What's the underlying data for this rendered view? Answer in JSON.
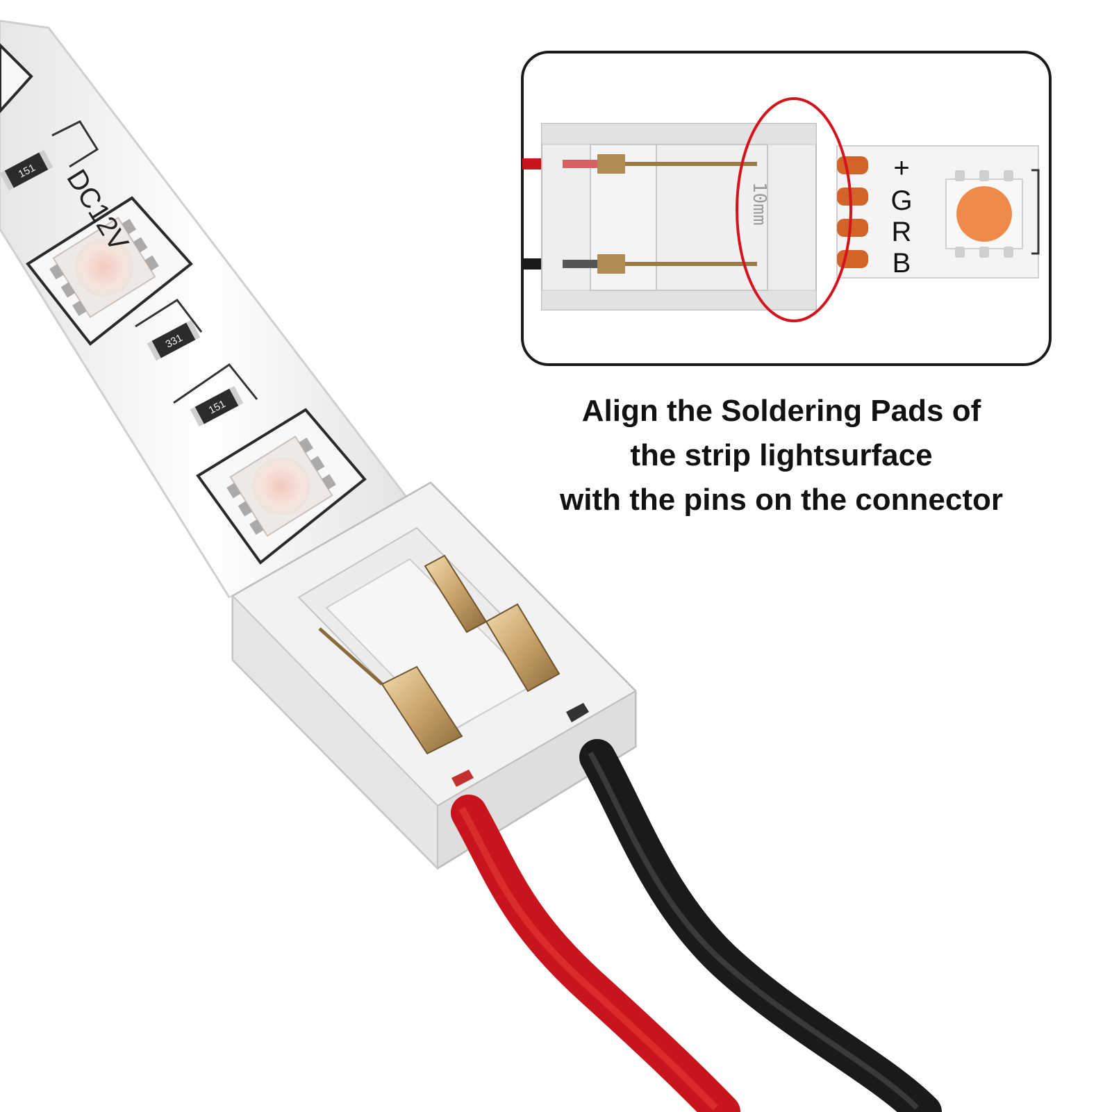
{
  "caption": {
    "line1": "Align the Soldering Pads of",
    "line2": "the strip lightsurface",
    "line3": "with the pins on the connector"
  },
  "strip": {
    "voltage_label": "DC12V",
    "resistor_codes": [
      "151",
      "331",
      "151"
    ]
  },
  "inset": {
    "pad_labels": [
      "+",
      "G",
      "R",
      "B"
    ],
    "width_marking": "10mm"
  },
  "colors": {
    "pad_copper": "#d2642a",
    "wire_red": "#d0141c",
    "wire_black": "#1a1a1a",
    "highlight_circle": "#d4141c",
    "led_inset": "#f08a4a"
  },
  "icons": [
    "led-strip-icon",
    "connector-icon",
    "wire-pair-icon",
    "rgb-led-icon"
  ]
}
